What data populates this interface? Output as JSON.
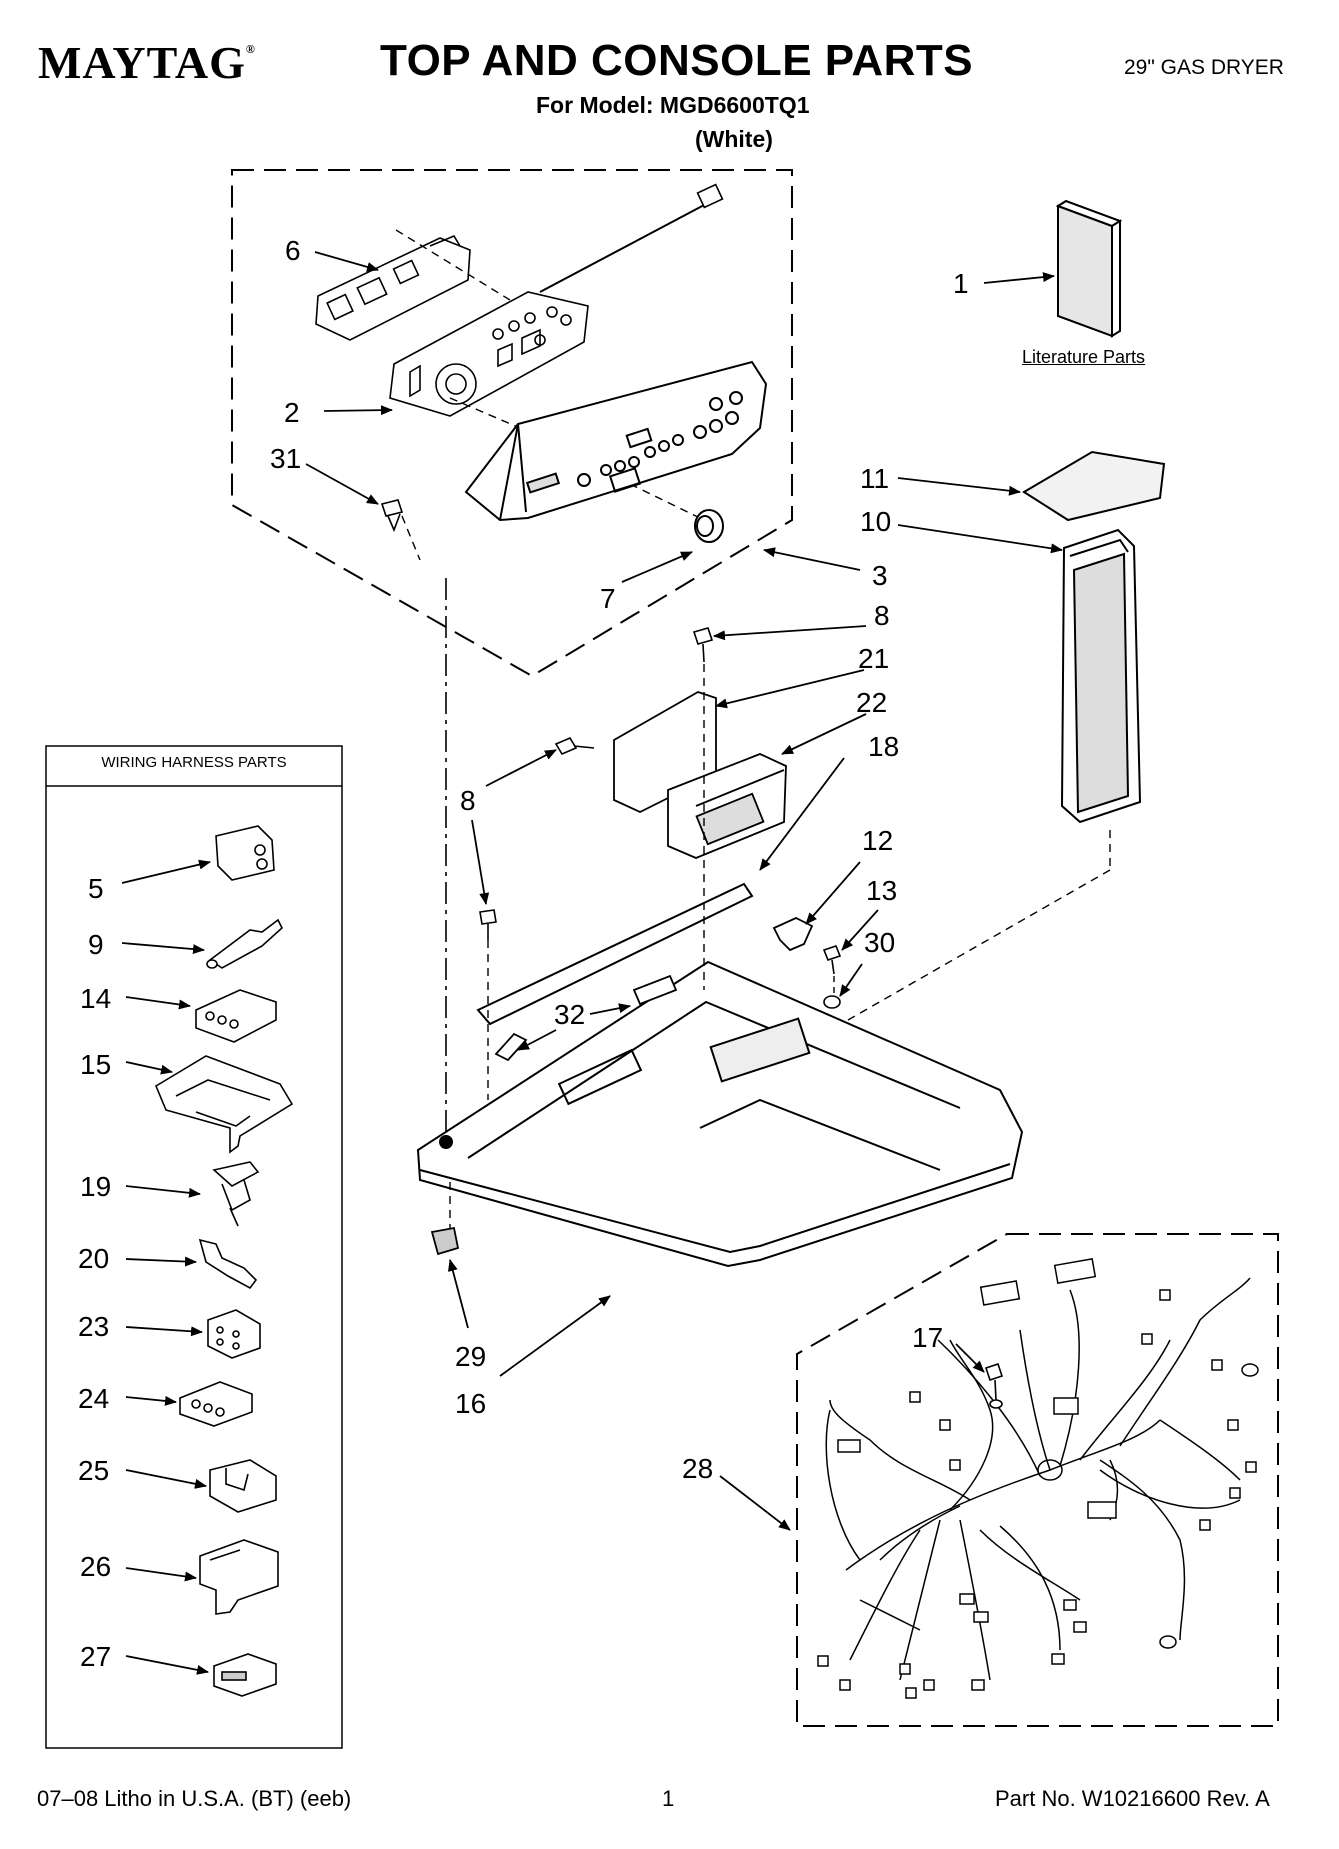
{
  "header": {
    "brand": "MAYTAG",
    "brand_mark": "®",
    "title": "TOP AND CONSOLE PARTS",
    "model_line": "For Model: MGD6600TQ1",
    "color_line": "(White)",
    "product": "29\" GAS DRYER"
  },
  "wiring_box": {
    "title": "WIRING HARNESS PARTS"
  },
  "literature": {
    "label": "Literature Parts"
  },
  "callouts": {
    "c1": "1",
    "c2": "2",
    "c3": "3",
    "c5": "5",
    "c6": "6",
    "c7": "7",
    "c8a": "8",
    "c8b": "8",
    "c9": "9",
    "c10": "10",
    "c11": "11",
    "c12": "12",
    "c13": "13",
    "c14": "14",
    "c15": "15",
    "c16": "16",
    "c17": "17",
    "c18": "18",
    "c19": "19",
    "c20": "20",
    "c21": "21",
    "c22": "22",
    "c23": "23",
    "c24": "24",
    "c25": "25",
    "c26": "26",
    "c27": "27",
    "c28": "28",
    "c29": "29",
    "c30": "30",
    "c31": "31",
    "c32": "32"
  },
  "footer": {
    "litho": "07–08 Litho in U.S.A. (BT) (eeb)",
    "page": "1",
    "part_no": "Part No. W10216600 Rev. A"
  }
}
